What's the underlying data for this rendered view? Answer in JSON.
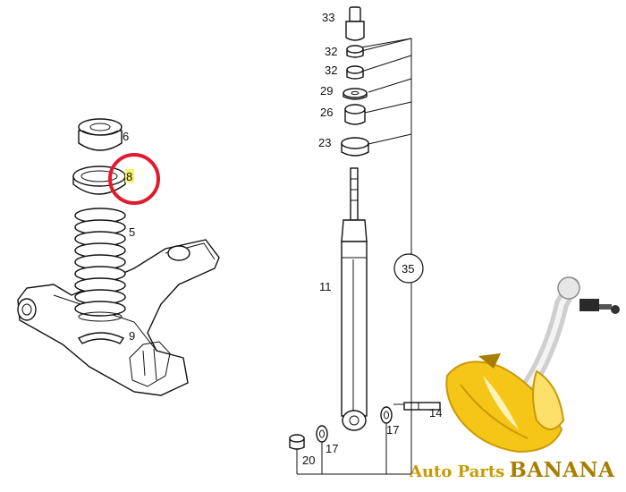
{
  "callouts": {
    "p6": "6",
    "p8": "8",
    "p5": "5",
    "p9": "9",
    "p33": "33",
    "p32a": "32",
    "p32b": "32",
    "p29": "29",
    "p26": "26",
    "p23": "23",
    "p11": "11",
    "p35": "35",
    "p14": "14",
    "p17a": "17",
    "p17b": "17",
    "p20": "20"
  },
  "highlight": {
    "label": "8",
    "ring_color": "#e01b2f",
    "marker_color": "#f7f36a"
  },
  "watermark": {
    "prefix": "Auto Parts",
    "name": "BANANA"
  },
  "colors": {
    "banana": "#f5c518",
    "banana_dark": "#c99a06",
    "line": "#111111"
  }
}
